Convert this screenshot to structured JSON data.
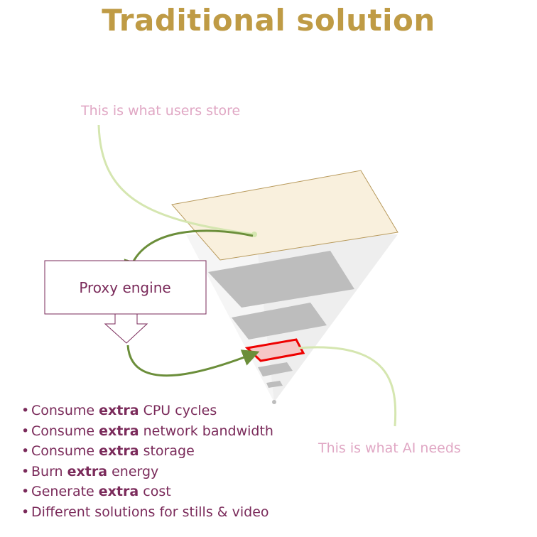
{
  "title": "Traditional solution",
  "captions": {
    "users_store": "This is what users store",
    "ai_needs": "This is what AI  needs"
  },
  "proxy_engine_label": "Proxy engine",
  "bullets": [
    {
      "before": "Consume ",
      "bold": "extra",
      "after": " CPU cycles"
    },
    {
      "before": "Consume ",
      "bold": "extra",
      "after": " network bandwidth"
    },
    {
      "before": "Consume ",
      "bold": "extra",
      "after": " storage"
    },
    {
      "before": "Burn ",
      "bold": "extra",
      "after": " energy"
    },
    {
      "before": "Generate ",
      "bold": "extra",
      "after": " cost"
    },
    {
      "before": "Different solutions for stills & video",
      "bold": "",
      "after": ""
    }
  ],
  "colors": {
    "title": "#bf9b45",
    "caption": "#e0a7c4",
    "text": "#7a2a5a",
    "callout_line": "#d5e6b0",
    "arrow": "#6b8e3a",
    "highlight": "#ff0000"
  }
}
